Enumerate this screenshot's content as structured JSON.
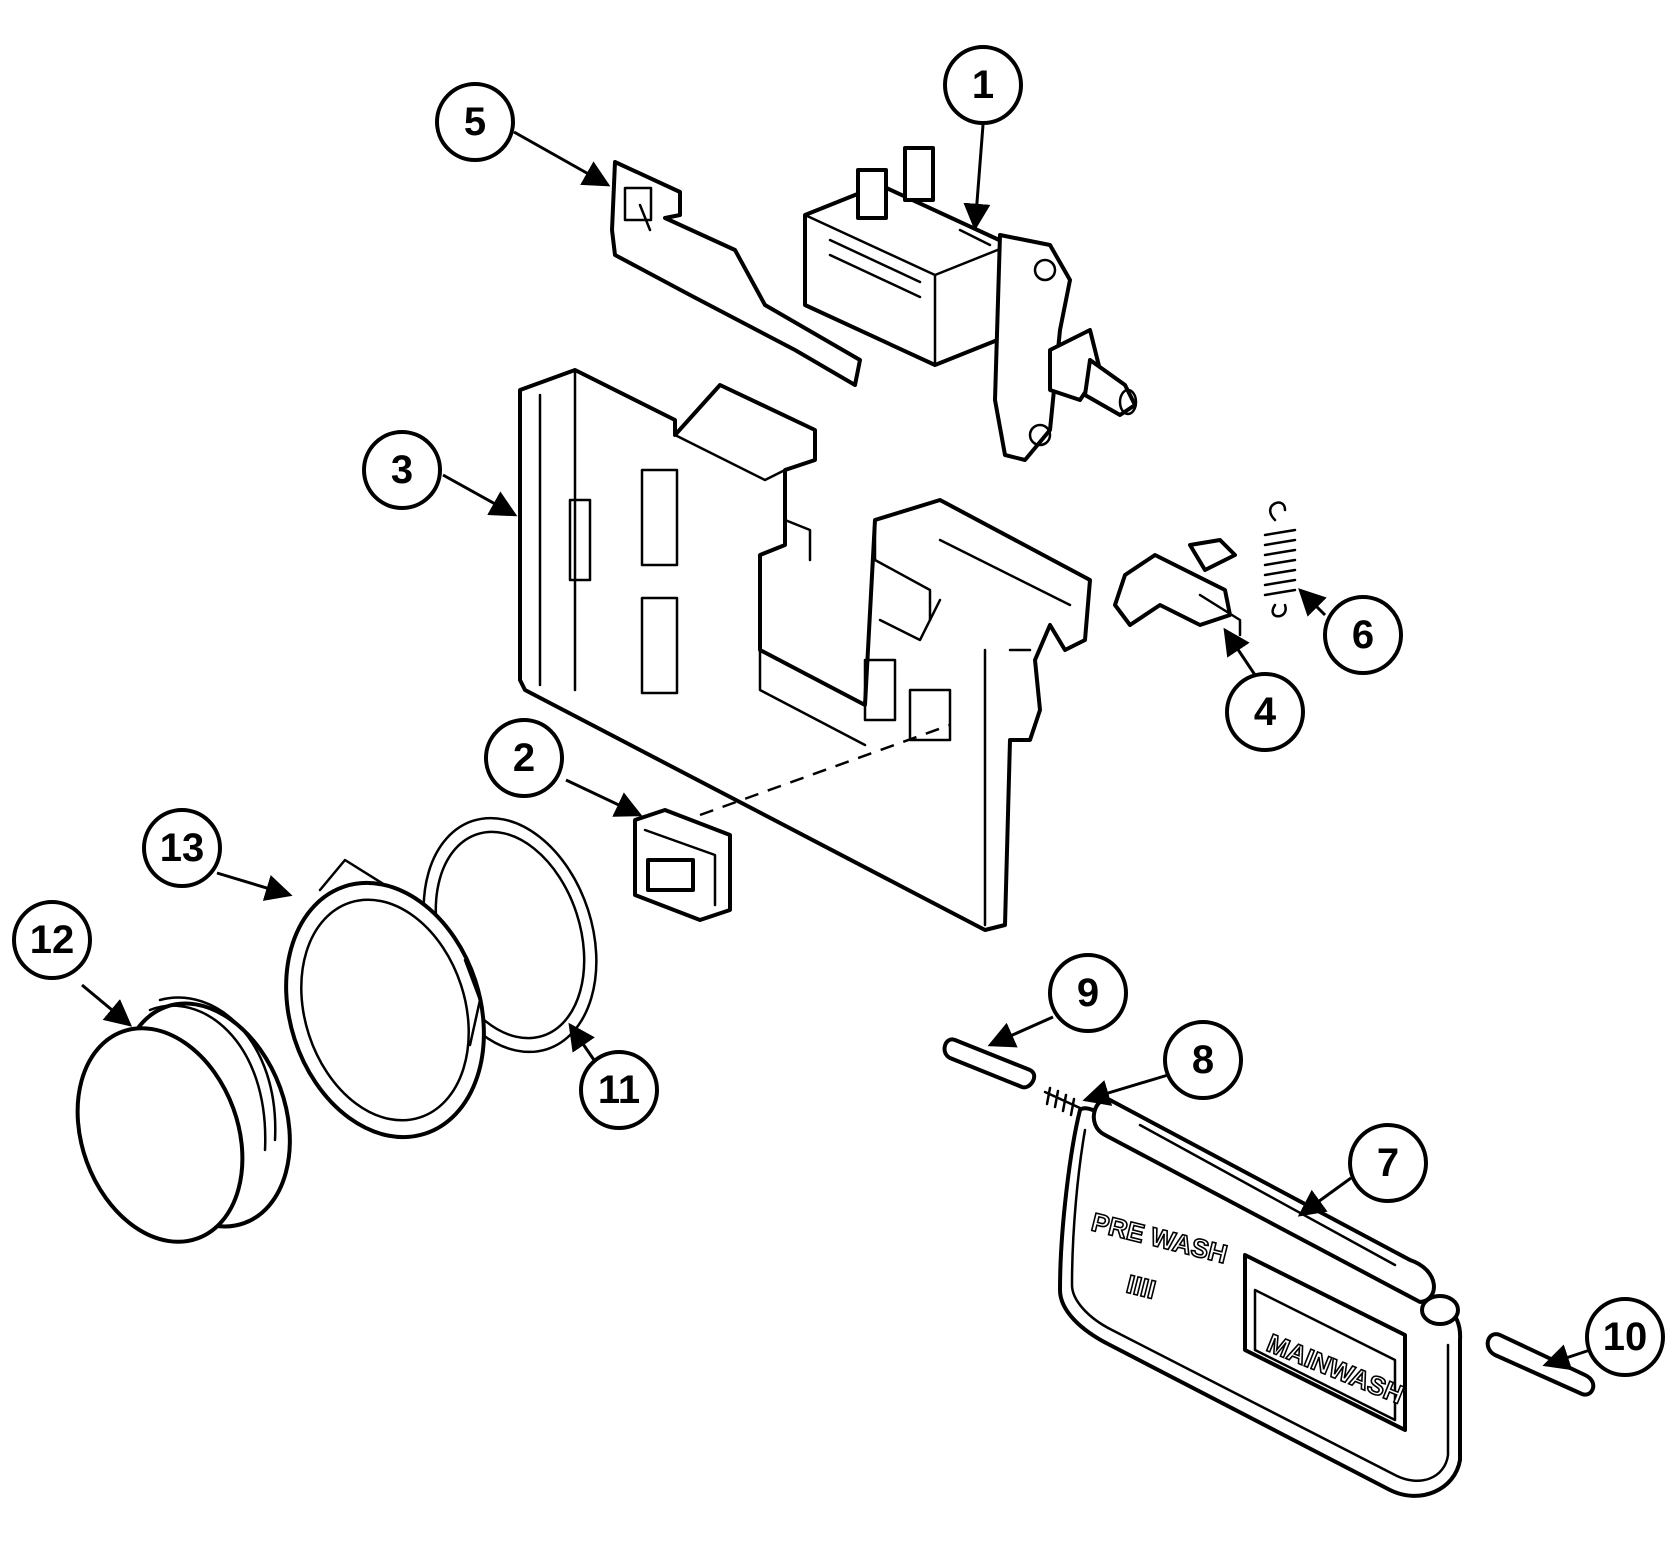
{
  "callouts": [
    {
      "id": "1",
      "label": "1"
    },
    {
      "id": "2",
      "label": "2"
    },
    {
      "id": "3",
      "label": "3"
    },
    {
      "id": "4",
      "label": "4"
    },
    {
      "id": "5",
      "label": "5"
    },
    {
      "id": "6",
      "label": "6"
    },
    {
      "id": "7",
      "label": "7"
    },
    {
      "id": "8",
      "label": "8"
    },
    {
      "id": "9",
      "label": "9"
    },
    {
      "id": "10",
      "label": "10"
    },
    {
      "id": "11",
      "label": "11"
    },
    {
      "id": "12",
      "label": "12"
    },
    {
      "id": "13",
      "label": "13"
    }
  ],
  "panel_text": {
    "prewash": "PRE WASH",
    "mainwash": "MAINWASH"
  }
}
